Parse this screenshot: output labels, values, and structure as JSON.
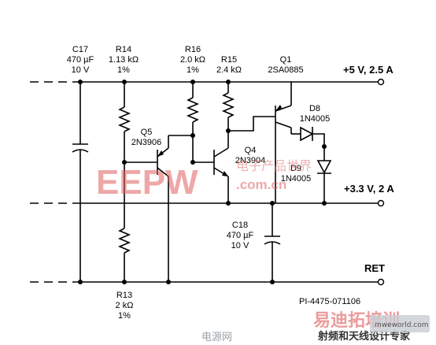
{
  "components": {
    "c17": {
      "ref": "C17",
      "value": "470 µF",
      "rating": "10 V"
    },
    "r14": {
      "ref": "R14",
      "value": "1.13 kΩ",
      "tol": "1%"
    },
    "r16": {
      "ref": "R16",
      "value": "2.0 kΩ",
      "tol": "1%"
    },
    "r15": {
      "ref": "R15",
      "value": "2.4 kΩ"
    },
    "q1": {
      "ref": "Q1",
      "part": "2SA0885"
    },
    "q5": {
      "ref": "Q5",
      "part": "2N3906"
    },
    "q4": {
      "ref": "Q4",
      "part": "2N3904"
    },
    "d8": {
      "ref": "D8",
      "part": "1N4005"
    },
    "d9": {
      "ref": "D9",
      "part": "1N4005"
    },
    "c18": {
      "ref": "C18",
      "value": "470 µF",
      "rating": "10 V"
    },
    "r13": {
      "ref": "R13",
      "value": "2 kΩ",
      "tol": "1%"
    }
  },
  "rails": {
    "top": "+5 V, 2.5 A",
    "mid": "+3.3 V, 2 A",
    "bottom": "RET"
  },
  "figure_id": "PI-4475-071106",
  "watermarks": {
    "eepw": "EEPW",
    "eepw_cn": "电子产品世界",
    "eepw_domain": ".com.cn",
    "site_left": "电源网",
    "site_right": "射频和天线设计专家",
    "logo_cn": "易迪拓培训",
    "logo_domain": "mweworld.com"
  },
  "colors": {
    "wire": "#000000",
    "watermark": "#e06060"
  }
}
